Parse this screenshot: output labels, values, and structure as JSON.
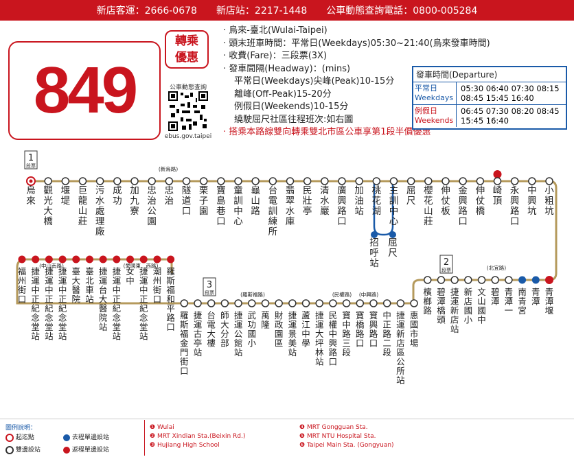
{
  "header": {
    "items": [
      "新店客運：2666-0678",
      "新店站：2217-1448",
      "公車動態查詢電話：0800-005284"
    ]
  },
  "route": {
    "number": "849"
  },
  "promo": {
    "line1": "轉乘",
    "line2": "優惠",
    "qr_label": "公車動態查詢",
    "site": "ebus.gov.taipei"
  },
  "info": {
    "route_name": "烏來-臺北(Wulai-Taipei)",
    "hours": "頭末班車時間：平常日(Weekdays)05:30~21:40(烏來發車時間)",
    "fare": "收費(Fare)：三段票(3X)",
    "headway_title": "發車間隔(Headway)：(mins)",
    "headway_peak": "平常日(Weekdays)尖峰(Peak)10-15分",
    "headway_offpeak": "離峰(Off-Peak)15-20分",
    "headway_weekend": "例假日(Weekends)10-15分",
    "detour": "繞駛屈尺社區往程班次:如右圖",
    "transfer_note": "搭乘本路線雙向轉乘雙北市區公車享第1段半價優惠"
  },
  "departure": {
    "title": "發車時間(Departure)",
    "weekday_label": "平常日",
    "weekday_label_en": "Weekdays",
    "weekday_times_1": "05:30  06:40  07:30  08:15",
    "weekday_times_2": "08:45  15:45  16:40",
    "weekend_label": "例假日",
    "weekend_label_en": "Weekends",
    "weekend_times_1": "06:45  07:30  08:20  08:45",
    "weekend_times_2": "15:45  16:40"
  },
  "map": {
    "row1": [
      "烏來",
      "觀光大橋",
      "堰堤",
      "巨龍山莊",
      "污水處理廠",
      "成功",
      "加九寮",
      "忠治公園",
      "忠治",
      "隧道口",
      "栗子園",
      "寶島巷口",
      "童訓中心",
      "龜山路",
      "台電訓練所",
      "翡翠水庫",
      "民壯亭",
      "清水巖",
      "廣興路口",
      "加油站",
      "桃花湖",
      "主訓中心",
      "屈尺",
      "櫻花山莊",
      "伸仗板",
      "金興路口",
      "伸仗橋",
      "崎頂",
      "永興路口",
      "中興坑",
      "小粗坑"
    ],
    "branch": [
      "招呼站",
      "屈尺"
    ],
    "row2": [
      "福州街口",
      "捷運中正紀念堂站",
      "捷運中正紀念堂站",
      "捷運中正紀念堂站",
      "臺大醫院",
      "臺北車站",
      "捷運台大醫院站",
      "捷運中正紀念堂站",
      "女中",
      "捷運中正紀念堂站",
      "潮州街口",
      "羅斯福和平路口",
      "羅斯福金門街口",
      "捷運古亭站",
      "台電大樓",
      "師大分部",
      "捷運公館站",
      "武功國小",
      "萬隆",
      "財政園區",
      "捷運景美站",
      "蘆江中學",
      "捷運大坪林站",
      "民權中興路口",
      "寶中路三段",
      "寶橋路口",
      "寶興路口",
      "中正路二段",
      "捷運新店區公所站",
      "惠國市場",
      "檳榔路",
      "碧潭橋頭",
      "捷運新店站",
      "新店國小",
      "文山國中",
      "碧潭",
      "青潭一",
      "南青宮",
      "青潭",
      "青潭堰"
    ],
    "labels": {
      "zone1": "1",
      "zone_label": "段票",
      "zone2": "2",
      "zone3": "3",
      "xindian_rd": "(新烏路)",
      "zhongshan_rd": "(中山南路)",
      "aiguo_rd": "(愛國東．西路)",
      "luosi_rd": "(羅斯福路)",
      "minquan_rd": "(民權路)",
      "zhongxing_rd": "(中興路)",
      "beiyi_rd": "(北宜路)"
    }
  },
  "legend": {
    "title": "圖例說明：",
    "start": "起迄點",
    "outbound": "去程單邊設站",
    "both": "雙邊設站",
    "return": "返程單邊設站",
    "n1": "Wulai",
    "n2": "MRT Xindian Sta.(Beixin Rd.)",
    "n3": "Hujiang High School",
    "n4": "MRT Gongguan Sta.",
    "n5": "MRT NTU Hospital Sta.",
    "n6": "Taipei Main Sta. (Gongyuan)"
  },
  "colors": {
    "brand_red": "#c9151e",
    "route_gold": "#b59a5c",
    "blue": "#1a5aa8"
  }
}
